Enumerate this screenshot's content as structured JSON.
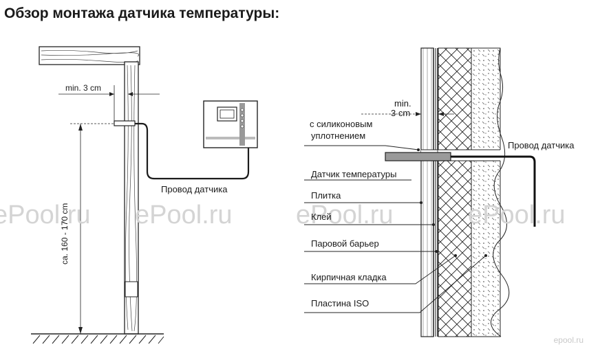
{
  "title": "Обзор монтажа датчика температуры:",
  "watermark": "ePool.ru",
  "watermark_corner": "epool.ru",
  "left_diagram": {
    "min_distance": "min. 3 cm",
    "height_range": "ca. 160 - 170 cm",
    "wire_label": "Провод датчика"
  },
  "right_diagram": {
    "min_distance_line1": "min.",
    "min_distance_line2": "3 cm",
    "silicone_line1": "с силиконовым",
    "silicone_line2": "уплотнением",
    "sensor": "Датчик температуры",
    "tile": "Плитка",
    "glue": "Клей",
    "vapor_barrier": "Паровой барьер",
    "brickwork": "Кирпичная кладка",
    "iso_plate": "Пластина ISO",
    "wire_label": "Провод датчика"
  }
}
